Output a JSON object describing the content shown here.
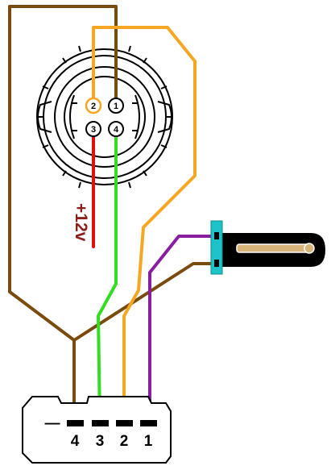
{
  "colors": {
    "brown": "#7a4b0e",
    "orange": "#f5a623",
    "green": "#33dd22",
    "purple": "#8a1ea0",
    "red": "#e11010",
    "dark_red": "#8b1d1d",
    "sensor_body": "#000000",
    "sensor_tip": "#d8b47a",
    "cyan": "#1ec3c9"
  },
  "round_connector": {
    "pins": [
      {
        "label": "1"
      },
      {
        "label": "2"
      },
      {
        "label": "3"
      },
      {
        "label": "4"
      }
    ]
  },
  "voltage_label": "+12v",
  "flat_connector": {
    "dash": "—",
    "pins": [
      {
        "label": "4"
      },
      {
        "label": "3"
      },
      {
        "label": "2"
      },
      {
        "label": "1"
      }
    ]
  }
}
